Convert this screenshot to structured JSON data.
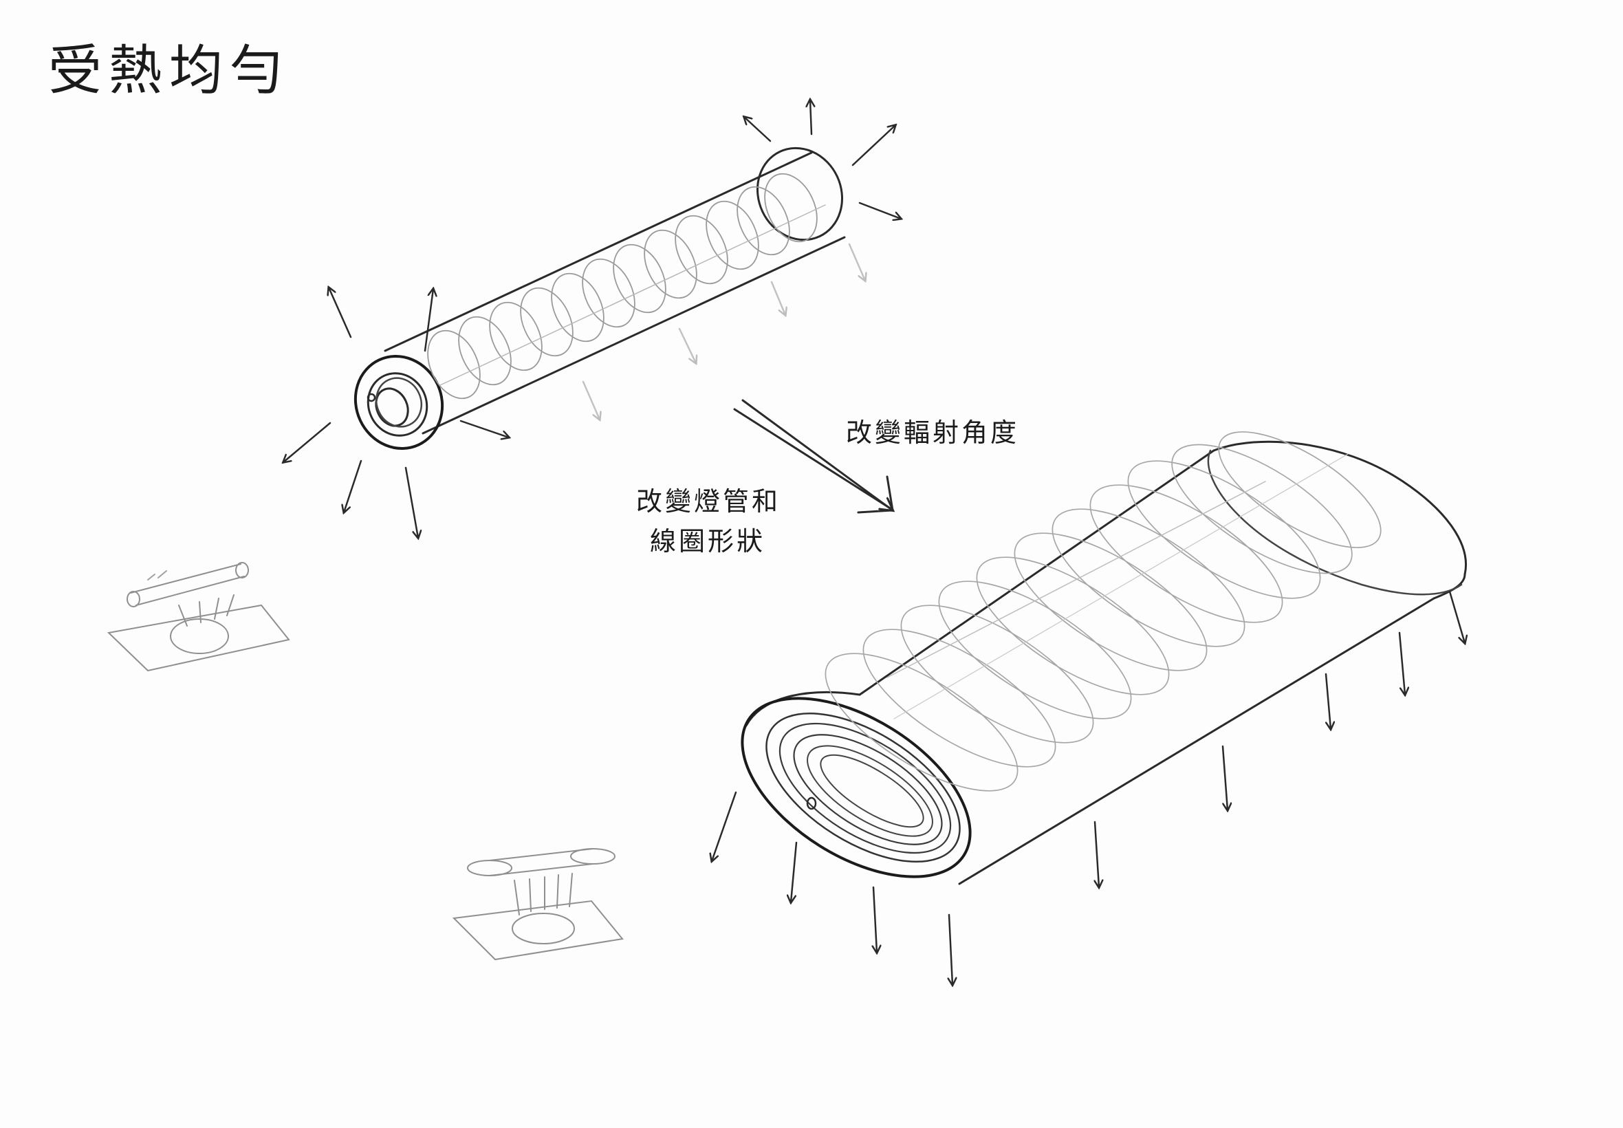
{
  "title": "受熱均勻",
  "labels": {
    "change_angle": "改變輻射角度",
    "change_shape_line1": "改變燈管和",
    "change_shape_line2": "線圈形狀"
  },
  "colors": {
    "ink": "#1b1b1b",
    "pencil": "#555555",
    "faint": "#b5b5b5",
    "paper": "#fdfdfd"
  }
}
